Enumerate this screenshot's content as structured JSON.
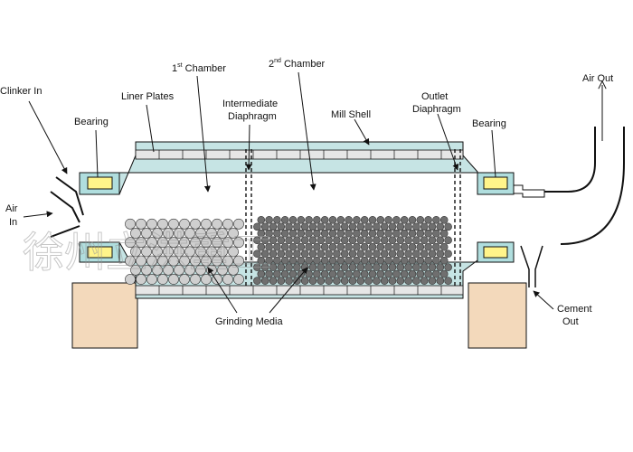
{
  "colors": {
    "shell_fill": "#c6e4e4",
    "liner_fill": "#e6e6e6",
    "bearing_fill": "#fff48a",
    "bearing_housing": "#b0dede",
    "pedestal_fill": "#f3d9bb",
    "ball_light": "#cfcfcf",
    "ball_dark": "#6f6f6f",
    "line": "#111111"
  },
  "labels": {
    "clinker_in": "Clinker In",
    "air_in": [
      "Air",
      "In"
    ],
    "bearing_left": "Bearing",
    "liner_plates": "Liner Plates",
    "chamber_1": {
      "num": "1",
      "sup": "st",
      "word": " Chamber"
    },
    "intermediate_diaphragm": [
      "Intermediate",
      "Diaphragm"
    ],
    "chamber_2": {
      "num": "2",
      "sup": "nd",
      "word": " Chamber"
    },
    "mill_shell": "Mill Shell",
    "outlet_diaphragm": [
      "Outlet",
      "Diaphragm"
    ],
    "bearing_right": "Bearing",
    "air_out": "Air Out",
    "grinding_media": "Grinding Media",
    "cement_out": [
      "Cement",
      "Out"
    ]
  },
  "watermark": "徐州立洪重工"
}
